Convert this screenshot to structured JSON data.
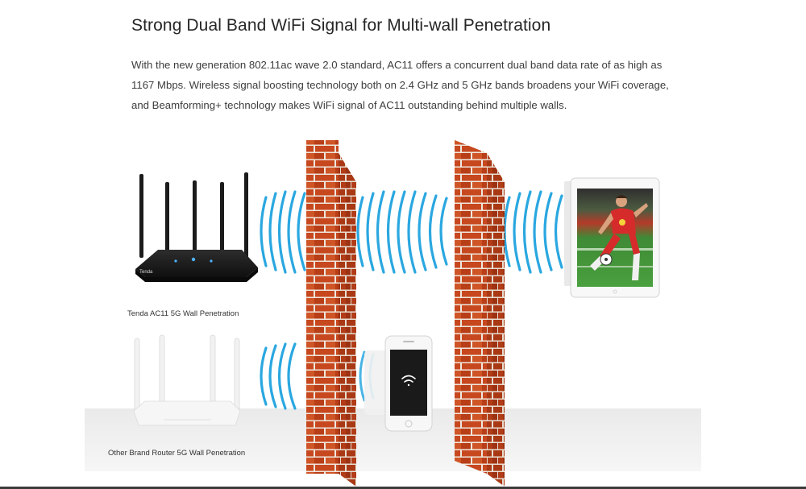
{
  "heading": "Strong Dual Band WiFi Signal for Multi-wall Penetration",
  "paragraph_lines": [
    "With the new generation 802.11ac wave 2.0 standard, AC11 offers a concurrent dual band data rate of as high as",
    "1167 Mbps. Wireless signal boosting technology both on 2.4 GHz and 5 GHz bands broadens your WiFi coverage,",
    "and Beamforming+ technology makes WiFi signal of AC11 outstanding behind multiple walls."
  ],
  "captions": {
    "tenda": "Tenda AC11 5G Wall Penetration",
    "other": "Other Brand Router 5G Wall Penetration"
  },
  "router_logo": "Tenda",
  "colors": {
    "wave": "#2aa7e0",
    "brick": "#c2451f",
    "mortar": "#efe6dc",
    "router_black": "#1b1b1b",
    "router_white": "#f4f4f4"
  }
}
